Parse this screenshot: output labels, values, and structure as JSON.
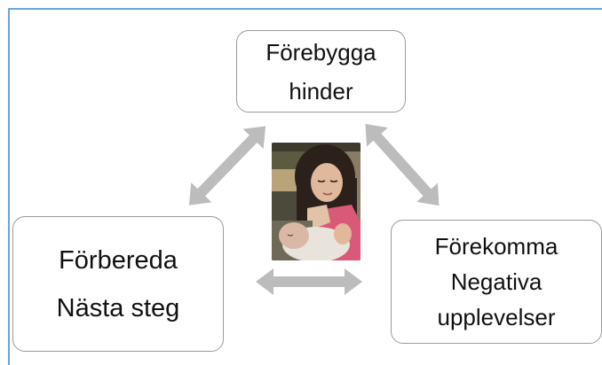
{
  "nodes": {
    "top": {
      "line1": "Förebygga",
      "line2": "hinder"
    },
    "left": {
      "line1": "Förbereda",
      "line2": "Nästa steg"
    },
    "right": {
      "line1": "Förekomma",
      "line2": "Negativa",
      "line3": "upplevelser"
    }
  },
  "colors": {
    "arrow": "#bcbcbc",
    "node_border": "#9a9a9a",
    "frame_line": "#6aa5d8"
  },
  "photo": {
    "subject": "mother-holding-baby-photo"
  }
}
